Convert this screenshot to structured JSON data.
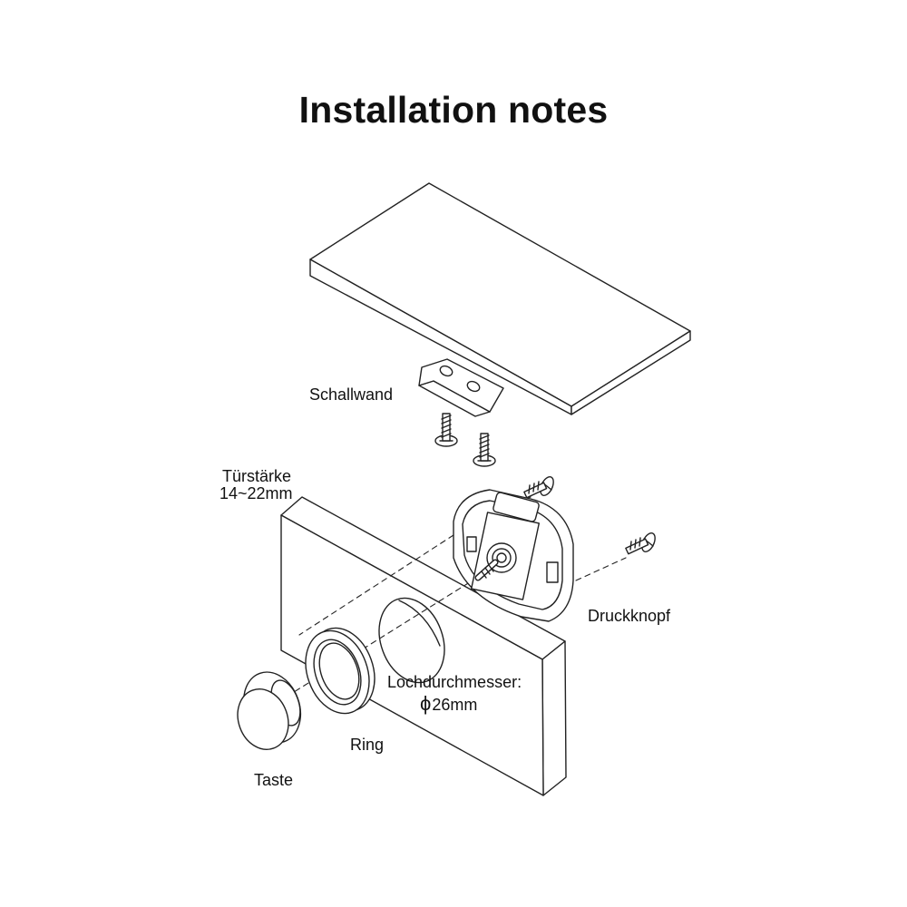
{
  "title": "Installation notes",
  "labels": {
    "schallwand": "Schallwand",
    "tuerstaerke_line1": "Türstärke",
    "tuerstaerke_line2": "14~22mm",
    "druckknopf": "Druckknopf",
    "lochdurchmesser_line1": "Lochdurchmesser:",
    "lochdurchmesser_symbol": "ϕ",
    "lochdurchmesser_line2": "26mm",
    "ring": "Ring",
    "taste": "Taste"
  },
  "colors": {
    "stroke": "#222222",
    "background": "#ffffff"
  }
}
